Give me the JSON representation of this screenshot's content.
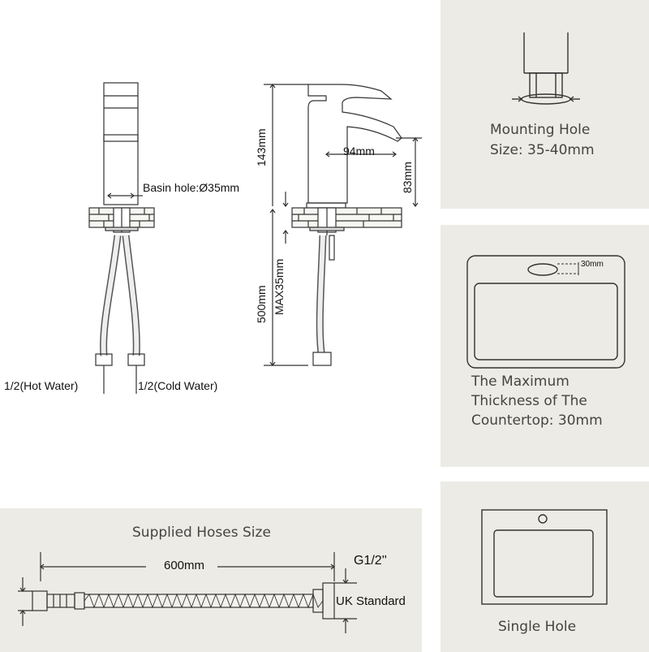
{
  "diagram": {
    "front_view": {
      "basin_hole": "Basin hole:Ø35mm",
      "hot_water": "1/2(Hot Water)",
      "cold_water": "1/2(Cold Water)"
    },
    "side_view": {
      "height": "143mm",
      "reach": "94mm",
      "spout_height": "83mm",
      "hose_length": "500mm",
      "max_thickness": "MAX35mm"
    },
    "mounting_hole": {
      "line1": "Mounting Hole",
      "line2": "Size: 35-40mm"
    },
    "countertop": {
      "tag": "30mm",
      "line1": "The Maximum",
      "line2": "Thickness of The",
      "line3": "Countertop: 30mm"
    },
    "single_hole": {
      "label": "Single Hole"
    },
    "hoses": {
      "title": "Supplied Hoses Size",
      "length": "600mm",
      "thread": "G1/2''",
      "standard": "UK Standard"
    }
  },
  "colors": {
    "panel": "#ecebe5",
    "line": "#333333"
  }
}
